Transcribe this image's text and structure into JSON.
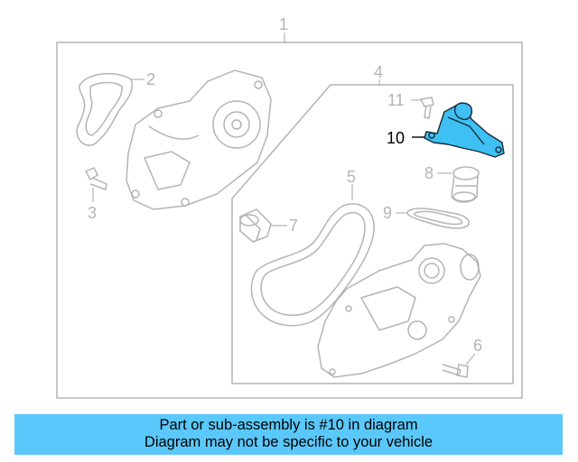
{
  "diagram": {
    "callouts": {
      "c1": "1",
      "c2": "2",
      "c3": "3",
      "c4": "4",
      "c5": "5",
      "c6": "6",
      "c7": "7",
      "c8": "8",
      "c9": "9",
      "c10": "10",
      "c11": "11"
    },
    "highlighted_part": "10",
    "colors": {
      "highlight": "#3ec0f4",
      "banner": "#5ac8fa",
      "line": "#b4b4b4"
    }
  },
  "banner": {
    "line1": "Part or sub-assembly is #10 in diagram",
    "line2": "Diagram may not be specific to your vehicle"
  }
}
